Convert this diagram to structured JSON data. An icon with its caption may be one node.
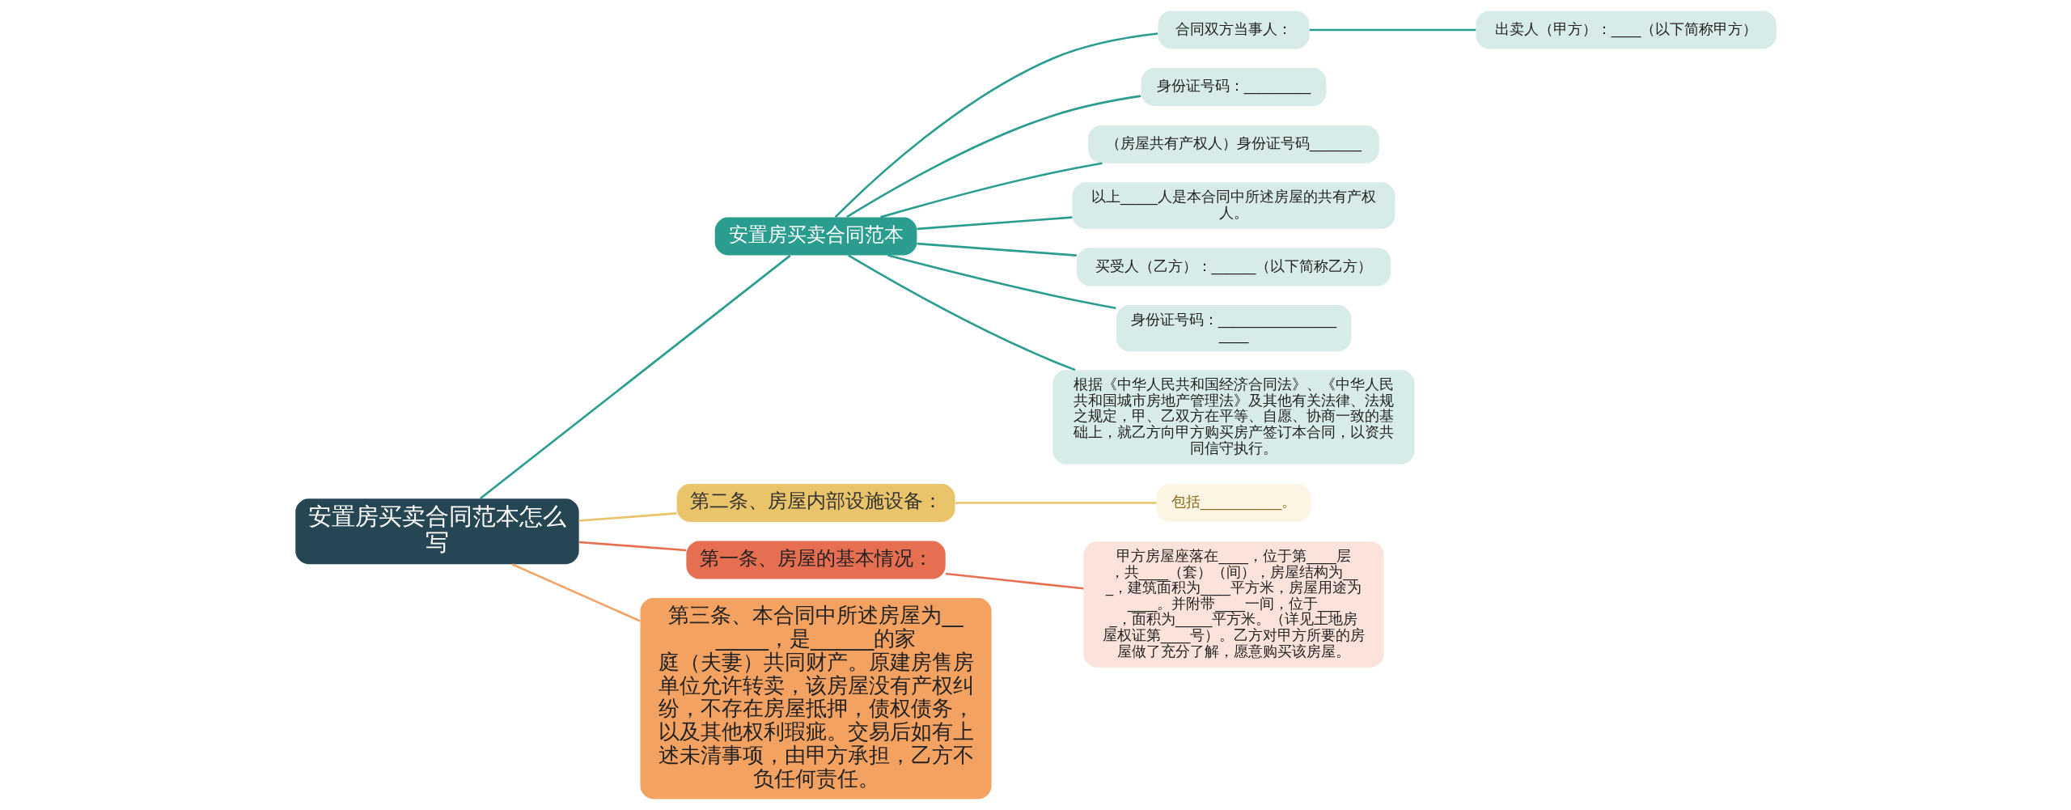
{
  "diagram": {
    "nodes": [
      {
        "text": [
          "安置房买卖合同范本怎么写"
        ]
      },
      {
        "text": [
          "安置房买卖合同范本"
        ]
      },
      {
        "text": [
          "合同双方当事人："
        ]
      },
      {
        "text": [
          "出卖人（甲方）：____（以下简称甲方）"
        ]
      },
      {
        "text": [
          "身份证号码：_________"
        ]
      },
      {
        "text": [
          "（房屋共有产权人）身份证号码_______"
        ]
      },
      {
        "text": [
          "以上_____人是本合同中所述房屋的共有产权人。"
        ]
      },
      {
        "text": [
          "买受人（乙方）：______（以下简称乙方）"
        ]
      },
      {
        "text": [
          "身份证号码：____________________"
        ]
      },
      {
        "text": [
          "根据《中华人民共和国经济合同法》、《中华人民共和国城市房地产管理法》及其他有关法律、法规之规定，甲、乙双方在平等、自愿、协商一致的基础上，就乙方向甲方购买房产签订本合同，以资共同信守执行。"
        ]
      },
      {
        "text": [
          "第二条、房屋内部设施设备："
        ]
      },
      {
        "text": [
          "包括___________。"
        ]
      },
      {
        "text": [
          "第一条、房屋的基本情况："
        ]
      },
      {
        "text": [
          "甲方房屋座落在____，位于第____层，共____（套）（间），房屋结构为___，建筑面积为____平方米，房屋用途为____。并附带____一间，位于____，面积为_____平方米。（详见土地房屋权证第____号）。乙方对甲方所要的房屋做了充分了解，愿意购买该房屋。"
        ]
      },
      {
        "text": [
          "第三条、本合同中所述房屋为_______，是______的家庭（夫妻）共同财产。原建房售房单位允许转卖，该房屋没有产权纠纷，不存在房屋抵押，债权债务，以及其他权利瑕疵。交易后如有上述未清事项，由甲方承担，乙方不负任何责任。"
        ]
      }
    ],
    "edges": [
      {
        "from": 0,
        "to": 1,
        "arrow": "none"
      },
      {
        "from": 1,
        "to": 2,
        "arrow": "none"
      },
      {
        "from": 2,
        "to": 3,
        "arrow": "none"
      },
      {
        "from": 1,
        "to": 4,
        "arrow": "none"
      },
      {
        "from": 1,
        "to": 5,
        "arrow": "none"
      },
      {
        "from": 1,
        "to": 6,
        "arrow": "none"
      },
      {
        "from": 1,
        "to": 7,
        "arrow": "none"
      },
      {
        "from": 1,
        "to": 8,
        "arrow": "none"
      },
      {
        "from": 1,
        "to": 9,
        "arrow": "none"
      },
      {
        "from": 0,
        "to": 10,
        "arrow": "none",
        "color": "#e9c46a"
      },
      {
        "from": 10,
        "to": 11,
        "arrow": "none",
        "color": "#e9c46a"
      },
      {
        "from": 0,
        "to": 12,
        "arrow": "none",
        "color": "#e76f51"
      },
      {
        "from": 12,
        "to": 13,
        "arrow": "none",
        "color": "#e76f51"
      },
      {
        "from": 0,
        "to": 14,
        "arrow": "none",
        "color": "#f4a261"
      }
    ]
  }
}
